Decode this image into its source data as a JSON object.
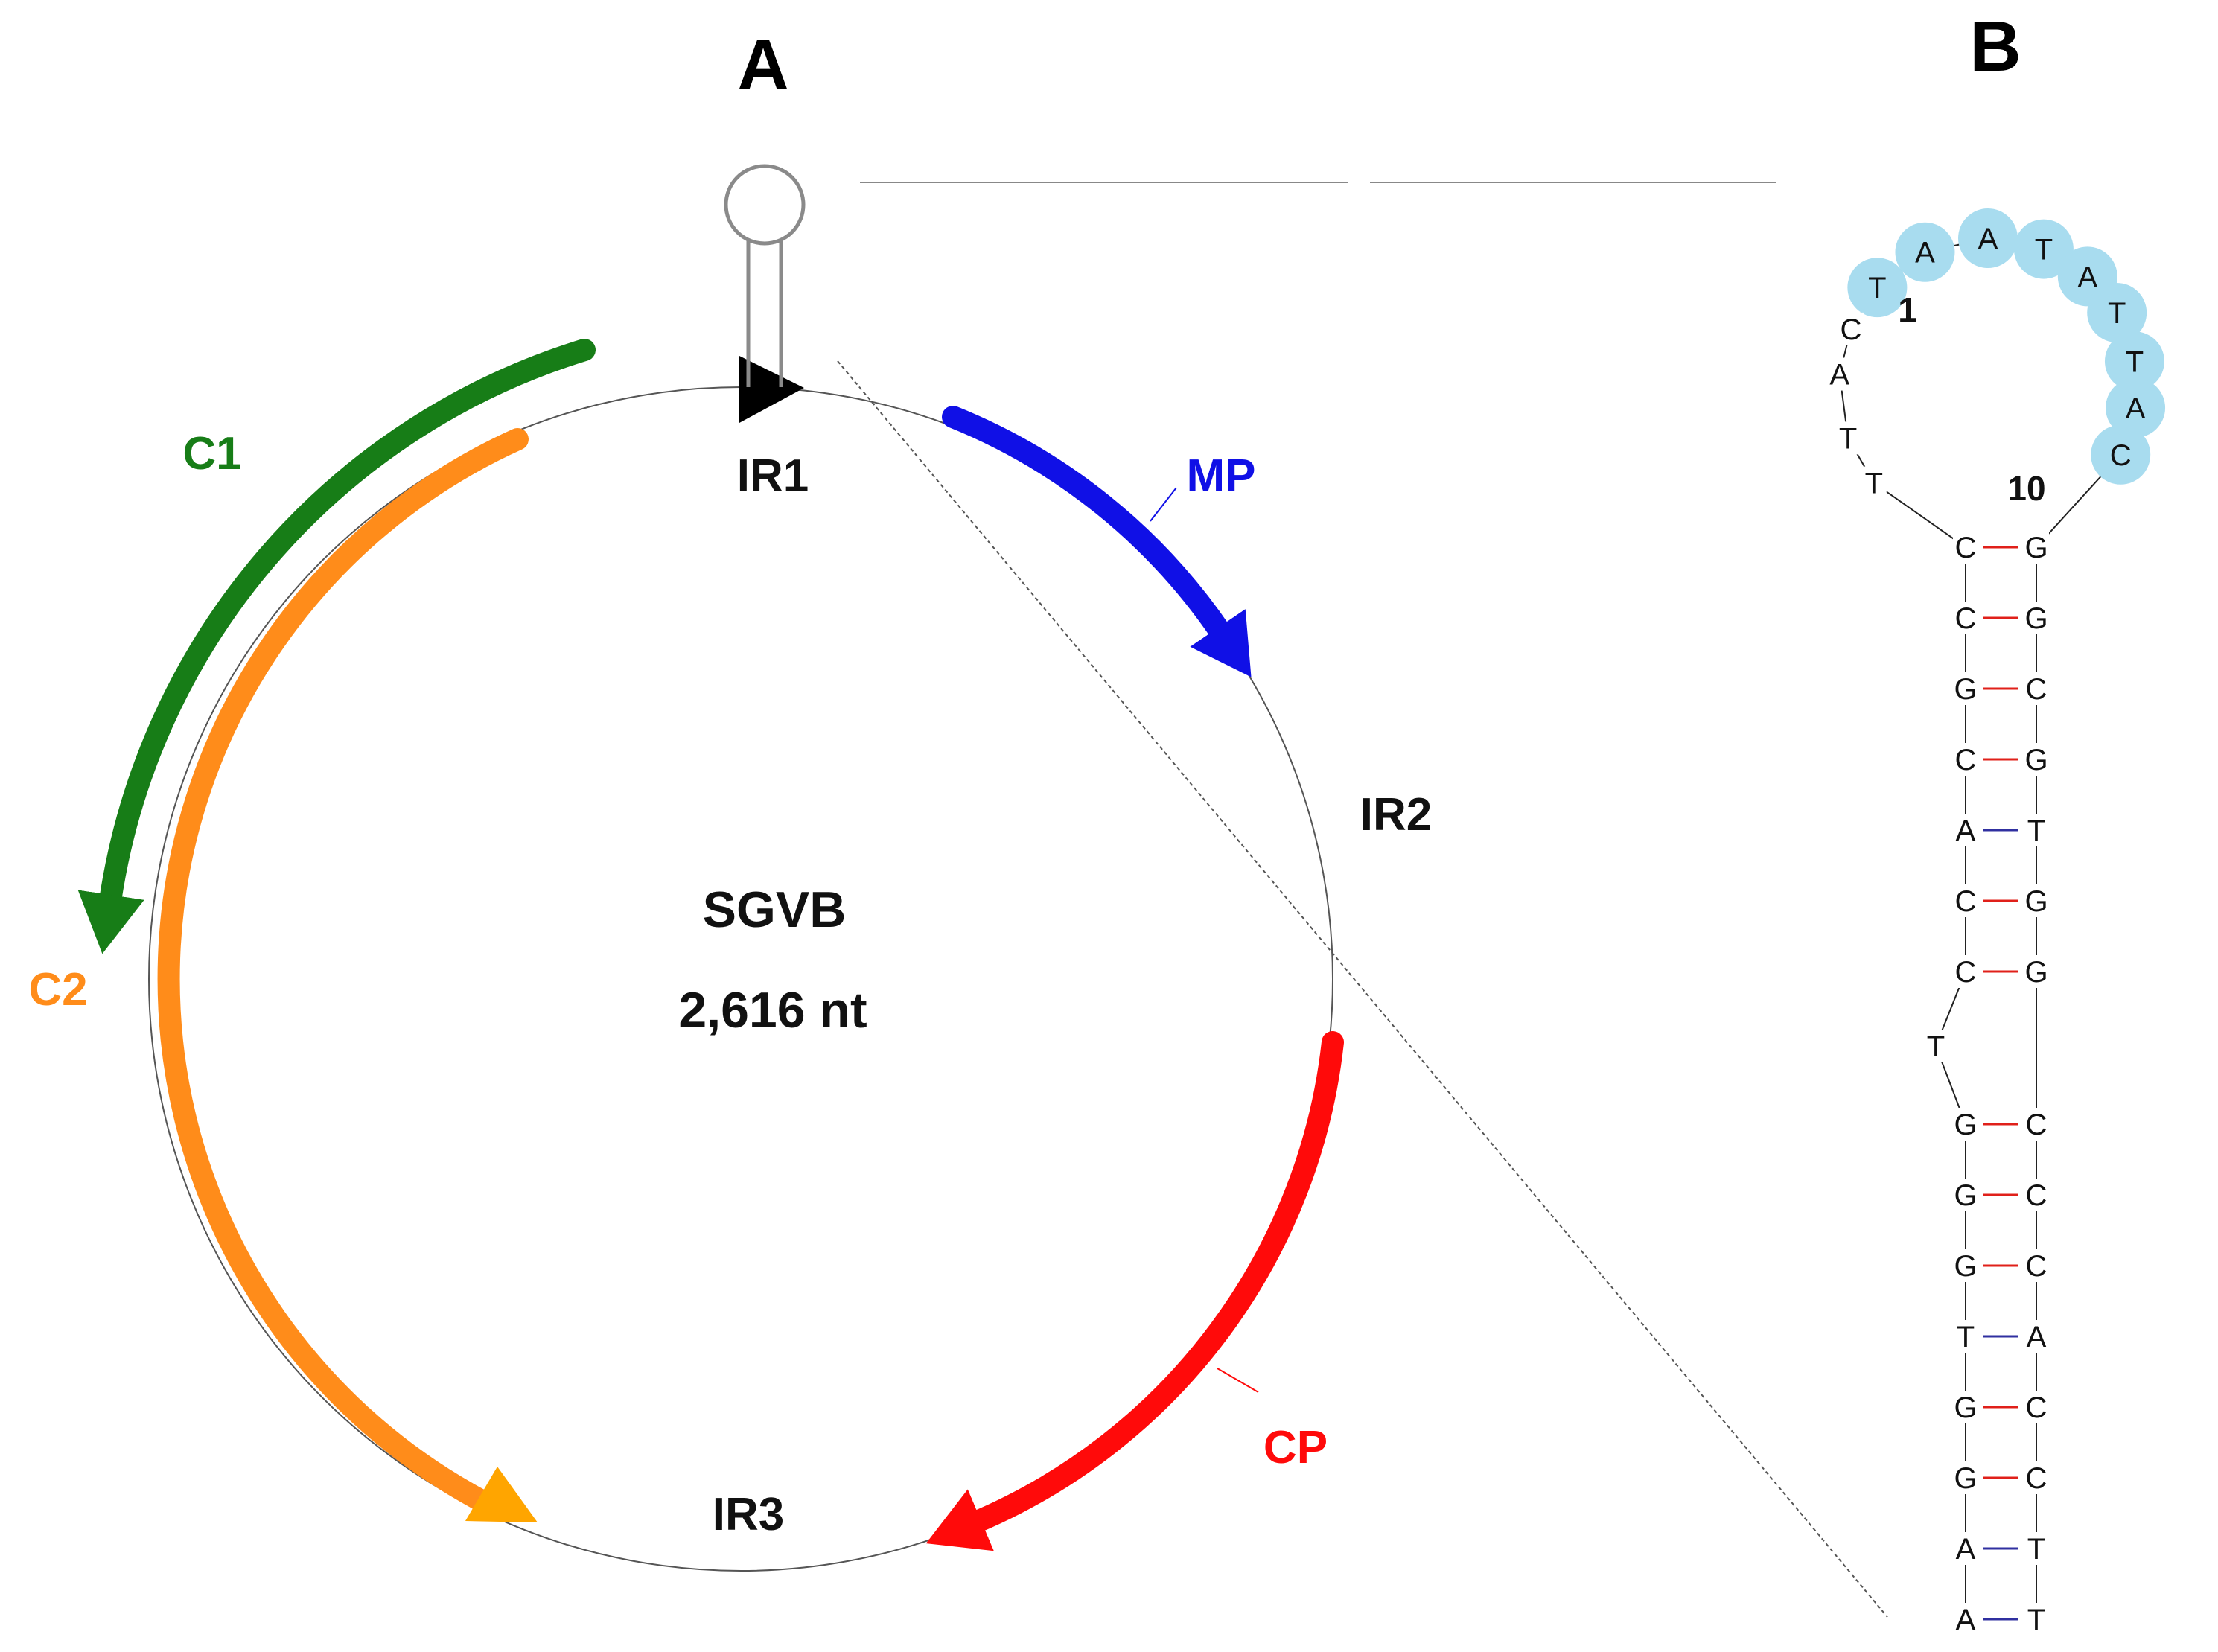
{
  "panels": {
    "a": "A",
    "b": "B"
  },
  "genome": {
    "name": "SGVB",
    "length": "2,616 nt"
  },
  "regions": {
    "ir1": "IR1",
    "ir2": "IR2",
    "ir3": "IR3"
  },
  "genes": [
    {
      "label": "C1",
      "color": "#177d17"
    },
    {
      "label": "C2",
      "color": "#ff8c1a"
    },
    {
      "label": "MP",
      "color": "#1010e6"
    },
    {
      "label": "CP",
      "color": "#ff0a0a"
    }
  ],
  "colors": {
    "triangle_c2": "#ffa500",
    "ir1_marker": "#000000",
    "loop_highlight": "#a8dcef",
    "gc_pair": "#e0201a",
    "at_pair": "#3030a0",
    "hairpin_icon": "#8a8a8a"
  },
  "hairpin": {
    "loop": [
      "T",
      "T",
      "A",
      "C",
      "T",
      "A",
      "A",
      "T",
      "A",
      "T",
      "T",
      "A",
      "C"
    ],
    "loop_highlighted": [
      4,
      5,
      6,
      7,
      8,
      9,
      10,
      11,
      12
    ],
    "number_labels": {
      "one": "1",
      "ten": "10"
    },
    "stem": [
      [
        "C",
        "G"
      ],
      [
        "C",
        "G"
      ],
      [
        "G",
        "C"
      ],
      [
        "C",
        "G"
      ],
      [
        "A",
        "T"
      ],
      [
        "C",
        "G"
      ],
      [
        "C",
        "G"
      ],
      [
        "G",
        "C"
      ],
      [
        "G",
        "C"
      ],
      [
        "G",
        "C"
      ],
      [
        "T",
        "A"
      ],
      [
        "G",
        "C"
      ],
      [
        "G",
        "C"
      ],
      [
        "A",
        "T"
      ],
      [
        "A",
        "T"
      ]
    ],
    "bulge": "T"
  }
}
